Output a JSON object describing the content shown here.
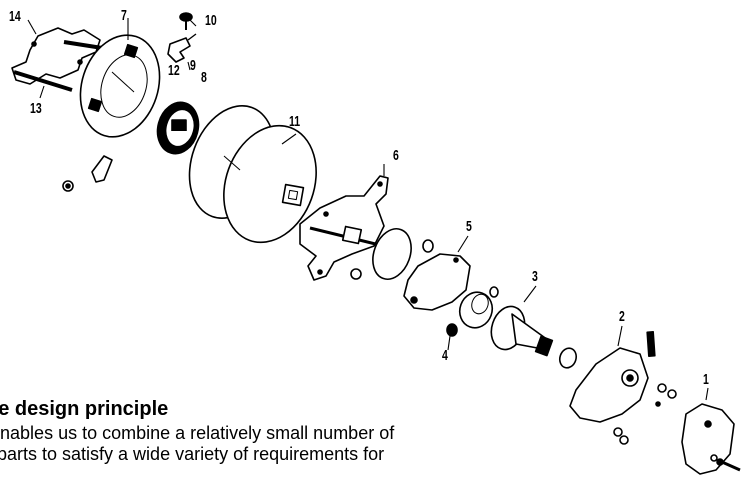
{
  "callouts": {
    "c14": "14",
    "c7": "7",
    "c10": "10",
    "c12": "12",
    "c9": "9",
    "c8": "8",
    "c13": "13",
    "c11": "11",
    "c6": "6",
    "c5": "5",
    "c3": "3",
    "c4": "4",
    "c2": "2",
    "c1": "1"
  },
  "text": {
    "heading": "he design principle",
    "line1": "at enables us to combine a relatively small number of",
    "line2": "sic parts to satisfy a wide variety of requirements for"
  }
}
